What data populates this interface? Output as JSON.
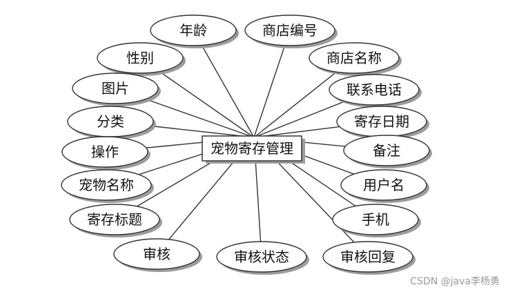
{
  "entity": {
    "label": "宠物寄存管理"
  },
  "attributes": [
    {
      "id": "age",
      "label": "年龄"
    },
    {
      "id": "store-id",
      "label": "商店编号"
    },
    {
      "id": "gender",
      "label": "性别"
    },
    {
      "id": "store-name",
      "label": "商店名称"
    },
    {
      "id": "image",
      "label": "图片"
    },
    {
      "id": "contact-phone",
      "label": "联系电话"
    },
    {
      "id": "category",
      "label": "分类"
    },
    {
      "id": "deposit-date",
      "label": "寄存日期"
    },
    {
      "id": "operation",
      "label": "操作"
    },
    {
      "id": "remark",
      "label": "备注"
    },
    {
      "id": "pet-name",
      "label": "宠物名称"
    },
    {
      "id": "username",
      "label": "用户名"
    },
    {
      "id": "deposit-title",
      "label": "寄存标题"
    },
    {
      "id": "phone",
      "label": "手机"
    },
    {
      "id": "review",
      "label": "审核"
    },
    {
      "id": "review-status",
      "label": "审核状态"
    },
    {
      "id": "review-reply",
      "label": "审核回复"
    }
  ],
  "watermark": "CSDN @java李杨勇",
  "colors": {
    "stroke": "#333333",
    "shadow": "#9c9c9c",
    "text": "#111111"
  }
}
